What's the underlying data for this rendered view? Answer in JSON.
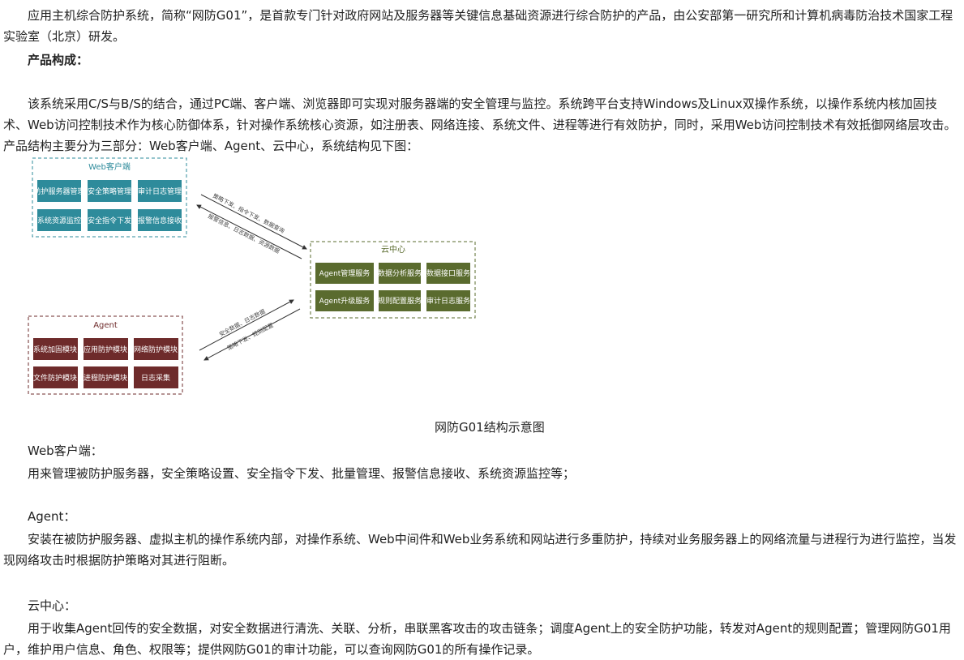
{
  "intro": "应用主机综合防护系统，简称“网防G01”，是首款专门针对政府网站及服务器等关键信息基础资源进行综合防护的产品，由公安部第一研究所和计算机病毒防治技术国家工程实验室（北京）研发。",
  "section_heading": "产品构成：",
  "structure_paragraph": "该系统采用C/S与B/S的结合，通过PC端、客户端、浏览器即可实现对服务器端的安全管理与监控。系统跨平台支持Windows及Linux双操作系统，以操作系统内核加固技术、Web访问控制技术作为核心防御体系，针对操作系统核心资源，如注册表、网络连接、系统文件、进程等进行有效防护，同时，采用Web访问控制技术有效抵御网络层攻击。产品结构主要分为三部分：Web客户端、Agent、云中心，系统结构见下图：",
  "diagram": {
    "web_group": {
      "title": "Web客户端",
      "color": "#2e8b9b",
      "boxes": [
        "防护服务器管理",
        "安全策略管理",
        "审计日志管理",
        "系统资源监控",
        "安全指令下发",
        "报警信息接收"
      ]
    },
    "cloud_group": {
      "title": "云中心",
      "color": "#5a6b2e",
      "boxes": [
        "Agent管理服务",
        "数据分析服务",
        "数据接口服务",
        "Agent升级服务",
        "规则配置服务",
        "审计日志服务"
      ]
    },
    "agent_group": {
      "title": "Agent",
      "color": "#6e2b2b",
      "boxes": [
        "系统加固模块",
        "应用防护模块",
        "网络防护模块",
        "文件防护模块",
        "进程防护模块",
        "日志采集"
      ]
    },
    "arrow_labels": {
      "web_to_cloud_top": "策略下发、指令下发、数据查询",
      "web_to_cloud_bottom": "报警信息、日志数据、资源数据",
      "cloud_agent_top": "安全数据、日志数据",
      "cloud_agent_bottom": "策略下发、规则配置"
    },
    "caption": "网防G01结构示意图"
  },
  "web_client": {
    "heading": "Web客户端：",
    "text": "用来管理被防护服务器，安全策略设置、安全指令下发、批量管理、报警信息接收、系统资源监控等；"
  },
  "agent": {
    "heading": "Agent：",
    "text": "安装在被防护服务器、虚拟主机的操作系统内部，对操作系统、Web中间件和Web业务系统和网站进行多重防护，持续对业务服务器上的网络流量与进程行为进行监控，当发现网络攻击时根据防护策略对其进行阻断。"
  },
  "cloud_center": {
    "heading": "云中心：",
    "text": "用于收集Agent回传的安全数据，对安全数据进行清洗、关联、分析，串联黑客攻击的攻击链条；调度Agent上的安全防护功能，转发对Agent的规则配置；管理网防G01用户，维护用户信息、角色、权限等；提供网防G01的审计功能，可以查询网防G01的所有操作记录。"
  }
}
